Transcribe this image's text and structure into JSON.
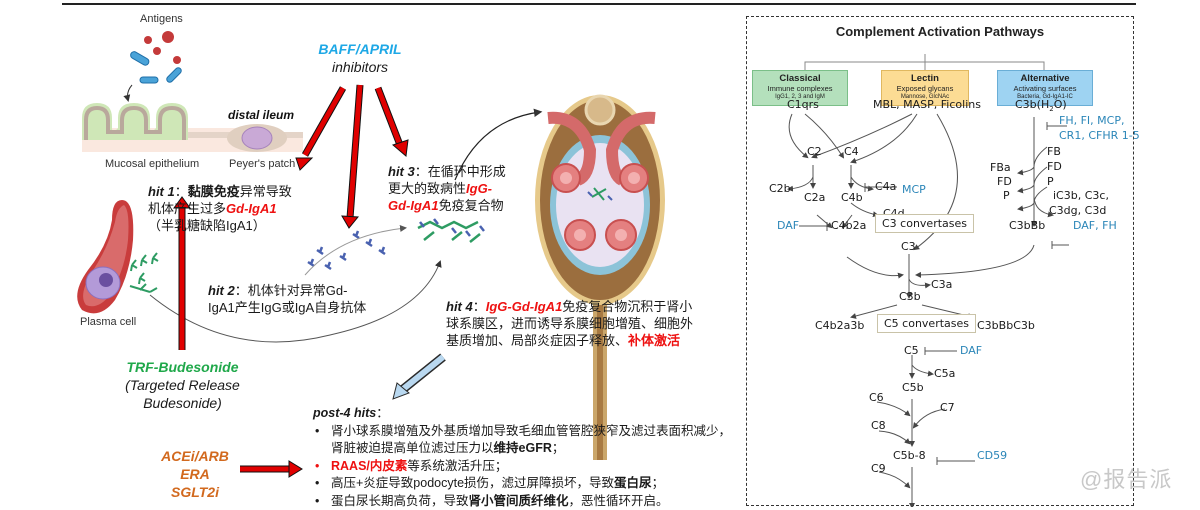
{
  "left_diagram": {
    "labels": {
      "antigens": "Antigens",
      "distal_ileum": "distal ileum",
      "mucosal_epithelium": "Mucosal epithelium",
      "peyers_patch": "Peyer's patch",
      "plasma_cell": "Plasma cell"
    },
    "baff": {
      "name": "BAFF/APRIL",
      "sub": "inhibitors",
      "color": "#1ea8e6"
    },
    "hit1": {
      "prefix": "hit 1",
      "line1_a": "：",
      "line1_b": "黏膜免疫",
      "line1_c": "异常导致",
      "line2_a": "机体产生过多",
      "line2_b": "Gd-IgA1",
      "line3": "（半乳糖缺陷IgA1）"
    },
    "hit2": {
      "prefix": "hit 2",
      "line1": "：机体针对异常Gd-",
      "line2": "IgA1产生IgG或IgA自身抗体"
    },
    "hit3": {
      "prefix": "hit 3",
      "line1": "：在循环中形成",
      "line2_a": "更大的致病性",
      "line2_b": "IgG-",
      "line3_a": "Gd-IgA1",
      "line3_b": "免疫复合物"
    },
    "hit4": {
      "prefix": "hit 4",
      "sep": "：",
      "red_a": "IgG-Gd-IgA1",
      "line1": "免疫复合物沉积于肾小",
      "line2": "球系膜区，进而诱导系膜细胞增殖、细胞外",
      "line3_a": "基质增加、局部炎症因子释放、",
      "line3_b": "补体激活"
    },
    "trf": {
      "name": "TRF-Budesonide",
      "line2": "(Targeted Release",
      "line3": "Budesonide)",
      "color": "#1fa84a"
    },
    "acei": {
      "items": [
        "ACEi/ARB",
        "ERA",
        "SGLT2i"
      ],
      "color": "#d2691e"
    },
    "post4": {
      "title": "post-4 hits",
      "title_sep": "：",
      "items": [
        {
          "a": "肾小球系膜增殖及外基质增加导致毛细血管管腔狭窄及滤过表面积减少，肾脏被迫提高单位滤过压力以",
          "b": "维持eGFR",
          "c": "；"
        },
        {
          "red": "RAAS/内皮素",
          "c": "等系统激活升压；"
        },
        {
          "a": "高压+炎症导致podocyte损伤，滤过屏障损坏，导致",
          "b": "蛋白尿",
          "c": "；"
        },
        {
          "a": "蛋白尿长期高负荷，导致",
          "b": "肾小管间质纤维化",
          "c": "，恶性循环开启。"
        }
      ]
    }
  },
  "complement": {
    "title": "Complement Activation Pathways",
    "pathways": [
      {
        "name": "Classical",
        "sub1": "Immune complexes",
        "sub2": "IgG1, 2, 3 and IgM",
        "color": "#a8dcb0",
        "border": "#7bbf88"
      },
      {
        "name": "Lectin",
        "sub1": "Exposed glycans",
        "sub2": "Mannose, GlcNAc",
        "color": "#fbd98a",
        "border": "#e0b860"
      },
      {
        "name": "Alternative",
        "sub1": "Activating surfaces",
        "sub2": "Bacteria, Gd-IgA1-IC",
        "color": "#92cdf0",
        "border": "#6aaed6"
      }
    ],
    "nodes": {
      "c1qrs": "C1qrs",
      "mbl": "MBL, MASP, Ficolins",
      "c3bh2o_a": "C3b(H",
      "c3bh2o_sub": "2",
      "c3bh2o_b": "O)",
      "fh_group_1": "FH, FI, MCP,",
      "fh_group_2": "CR1, CFHR 1-5",
      "fb": "FB",
      "fd": "FD",
      "p": "P",
      "fba": "FBa",
      "fd_out": "FD",
      "p_out": "P",
      "ic3b_1": "iC3b, C3c,",
      "ic3b_2": "C3dg, C3d",
      "c2": "C2",
      "c4": "C4",
      "c2b": "C2b",
      "c2a": "C2a",
      "c4a": "C4a",
      "c4b": "C4b",
      "mcp": "MCP",
      "c4d": "C4d",
      "daf1": "DAF",
      "c4b2a": "C4b2a",
      "c3conv": "C3 convertases",
      "c3bbb": "C3bBb",
      "daf_fh": "DAF, FH",
      "c3": "C3",
      "c3a": "C3a",
      "c3b": "C3b",
      "c4b2a3b": "C4b2a3b",
      "c5conv": "C5 convertases",
      "c3bbbc3b": "C3bBbC3b",
      "c5": "C5",
      "daf2": "DAF",
      "c5a": "C5a",
      "c5b": "C5b",
      "c6": "C6",
      "c7": "C7",
      "c8": "C8",
      "c5b8": "C5b-8",
      "cd59": "CD59",
      "c9": "C9"
    }
  },
  "watermark": "@报告派"
}
